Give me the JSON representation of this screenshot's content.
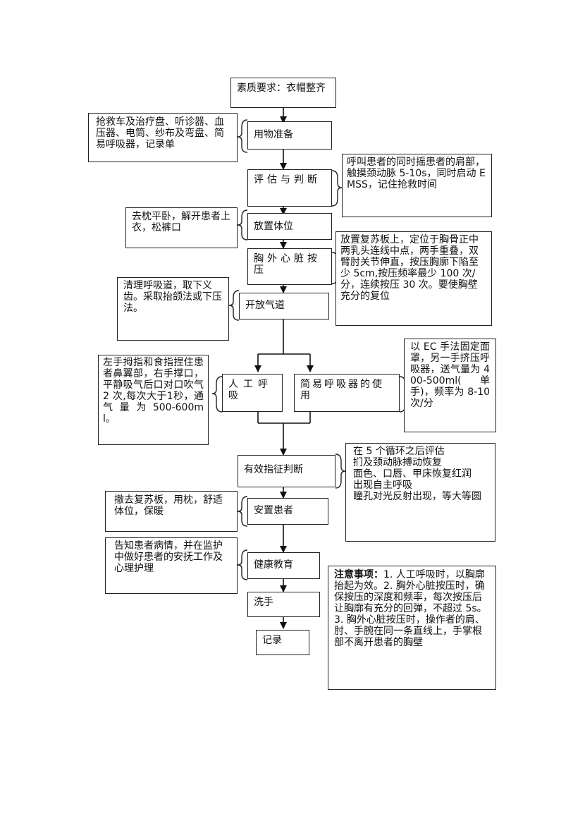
{
  "steps": {
    "s1": "素质要求：衣帽整齐",
    "s2": "用物准备",
    "s3": "评估与判断",
    "s4": "放置体位",
    "s5": "胸外心脏按压",
    "s6": "开放气道",
    "s7a": "人工呼吸",
    "s7b": "简易呼吸器的使用",
    "s8": "有效指征判断",
    "s9": "安置患者",
    "s10": "健康教育",
    "s11": "洗手",
    "s12": "记录"
  },
  "notes": {
    "n_items": "抢救车及治疗盘、听诊器、血压器、电筒、纱布及弯盘、简易呼吸器，记录单",
    "n_assess": "呼叫患者的同时摇患者的肩部，触摸颈动脉 5-10s，同时启动 EMSS，记住抢救时间",
    "n_position": "去枕平卧，解开患者上衣，松裤口",
    "n_compress": "放置复苏板上，定位于胸骨正中两乳头连线中点，两手重叠，双臂肘关节伸直，按压胸廓下陷至少 5cm,按压频率最少 100 次/分，连续按压 30 次。要使胸壁充分的复位",
    "n_airway": "清理呼吸道，取下义齿。采取抬颌法或下压法。",
    "n_manual": "左手拇指和食指捏住患者鼻翼部，右手撑口，平静吸气后口对口吹气 2 次,每次大于1秒，通 气 量 为 500-600ml。",
    "n_bag": "以 EC 手法固定面罩，另一手挤压呼吸器，送气量为 400-500ml(单手)，频率为 8-10 次/分",
    "n_signs": "在 5 个循环之后评估\n扪及颈动脉搏动恢复\n面色、口唇、甲床恢复红润\n出现自主呼吸\n瞳孔对光反射出现，等大等圆",
    "n_settle": "撤去复苏板，用枕，舒适体位，保暖",
    "n_edu": "告知患者病情，并在监护中做好患者的安抚工作及心理护理",
    "n_attention_title": "注意事项：",
    "n_attention_body": "1. 人工呼吸时，以胸廓抬起为效。2. 胸外心脏按压时，确保按压的深度和频率，每次按压后让胸廓有充分的回弹，不超过 5s。\n3. 胸外心脏按压时，操作者的肩、肘、手腕在同一条直线上，手掌根部不离开患者的胸壁"
  }
}
